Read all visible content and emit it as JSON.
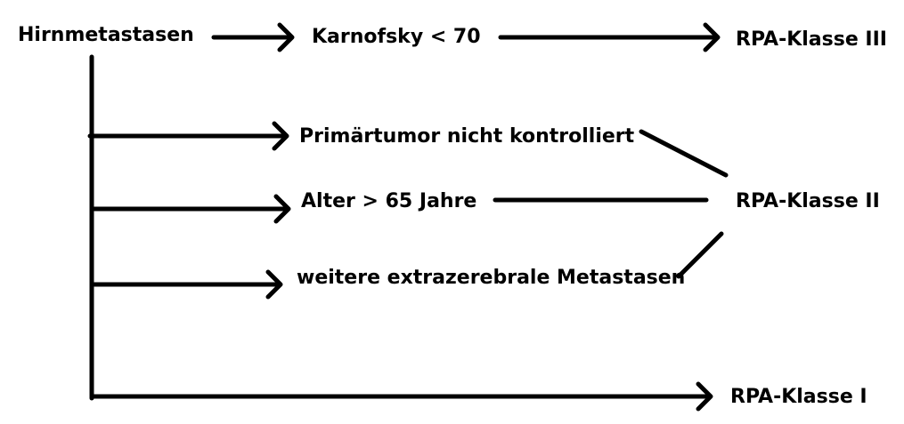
{
  "diagram": {
    "nodes": {
      "brain_metastases": "Hirnmetastasen",
      "karnofsky": "Karnofsky < 70",
      "rpa_class_3": "RPA-Klasse III",
      "primary_uncontrolled": "Primärtumor nicht kontrolliert",
      "age": "Alter > 65 Jahre",
      "rpa_class_2": "RPA-Klasse II",
      "extracranial_metastases": "weitere extrazerebrale Metastasen",
      "rpa_class_1": "RPA-Klasse I"
    },
    "colors": {
      "ink": "#000000",
      "background": "#ffffff"
    }
  }
}
